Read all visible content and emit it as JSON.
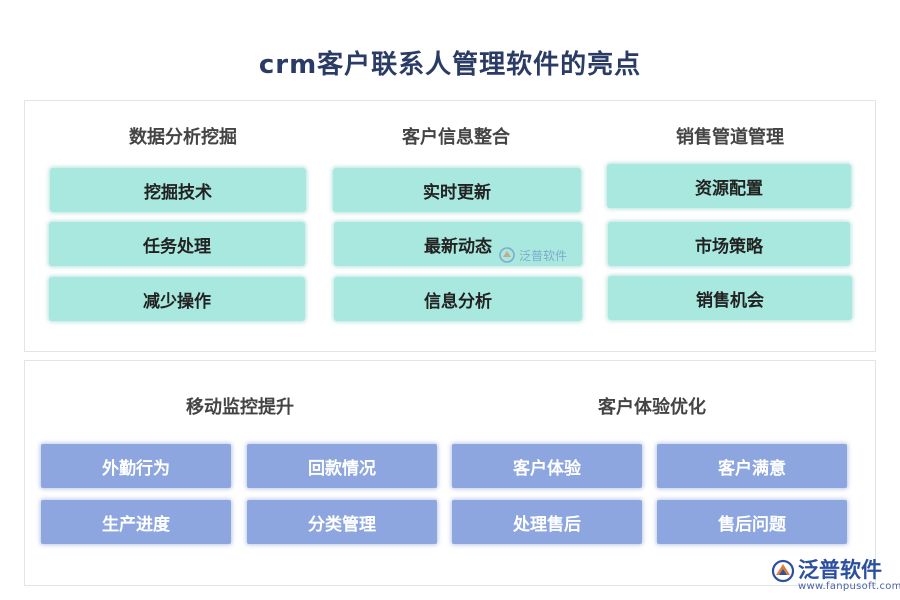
{
  "title": "crm客户联系人管理软件的亮点",
  "top_section": {
    "columns": [
      {
        "heading": "数据分析挖掘",
        "items": [
          "挖掘技术",
          "任务处理",
          "减少操作"
        ]
      },
      {
        "heading": "客户信息整合",
        "items": [
          "实时更新",
          "最新动态",
          "信息分析"
        ]
      },
      {
        "heading": "销售管道管理",
        "items": [
          "资源配置",
          "市场策略",
          "销售机会"
        ]
      }
    ]
  },
  "bottom_section": {
    "groups": [
      {
        "heading": "移动监控提升",
        "items": [
          "外勤行为",
          "回款情况",
          "生产进度",
          "分类管理"
        ]
      },
      {
        "heading": "客户体验优化",
        "items": [
          "客户体验",
          "客户满意",
          "处理售后",
          "售后问题"
        ]
      }
    ]
  },
  "watermark": {
    "text": "泛普软件"
  },
  "logo": {
    "brand": "泛普软件",
    "url": "www.fanpusoft.com"
  },
  "colors": {
    "title": "#2a3b66",
    "teal_card": "#a8e8df",
    "blue_card": "#8ea6e0",
    "brand": "#2c4fa0"
  }
}
